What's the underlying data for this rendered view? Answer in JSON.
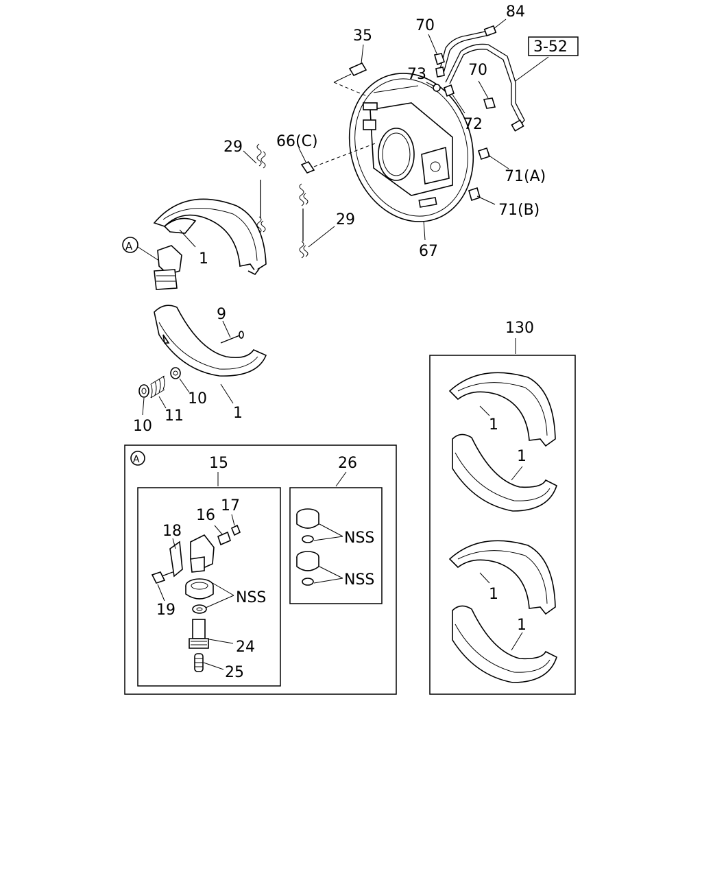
{
  "ref_box_label": "3-52",
  "inset_marker": "A",
  "inset_box_marker": "A",
  "labels": {
    "p84": "84",
    "p35": "35",
    "p70a": "70",
    "p70b": "70",
    "p73": "73",
    "p72": "72",
    "p29a": "29",
    "p29b": "29",
    "p66": "66(C)",
    "p71a": "71(A)",
    "p71b": "71(B)",
    "p67": "67",
    "p1a": "1",
    "p1b": "1",
    "p9": "9",
    "p10a": "10",
    "p10b": "10",
    "p11": "11",
    "p130": "130",
    "p1c": "1",
    "p1d": "1",
    "p1e": "1",
    "p1f": "1",
    "p15": "15",
    "p26": "26",
    "p16": "16",
    "p17": "17",
    "p18": "18",
    "p19": "19",
    "p24": "24",
    "p25": "25",
    "nss1": "NSS",
    "nss2": "NSS",
    "nss3": "NSS"
  }
}
